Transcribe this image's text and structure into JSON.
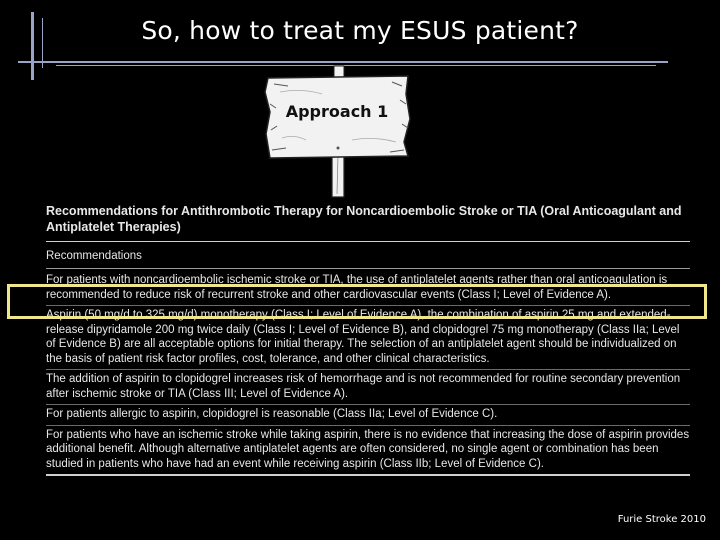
{
  "slide": {
    "title": "So, how to treat my ESUS patient?",
    "sign_label": "Approach 1",
    "citation": "Furie Stroke 2010"
  },
  "document": {
    "title": "Recommendations for Antithrombotic Therapy for Noncardioembolic Stroke or TIA (Oral Anticoagulant and Antiplatelet Therapies)",
    "header": "Recommendations",
    "recommendations": [
      "For patients with noncardioembolic ischemic stroke or TIA, the use of antiplatelet agents rather than oral anticoagulation is recommended to reduce risk of recurrent stroke and other cardiovascular events (Class I; Level of Evidence A).",
      "Aspirin (50 mg/d to 325 mg/d) monotherapy (Class I; Level of Evidence A), the combination of aspirin 25 mg and extended-release dipyridamole 200 mg twice daily (Class I; Level of Evidence B), and clopidogrel 75 mg monotherapy (Class IIa; Level of Evidence B) are all acceptable options for initial therapy. The selection of an antiplatelet agent should be individualized on the basis of patient risk factor profiles, cost, tolerance, and other clinical characteristics.",
      "The addition of aspirin to clopidogrel increases risk of hemorrhage and is not recommended for routine secondary prevention after ischemic stroke or TIA (Class III; Level of Evidence A).",
      "For patients allergic to aspirin, clopidogrel is reasonable (Class IIa; Level of Evidence C).",
      "For patients who have an ischemic stroke while taking aspirin, there is no evidence that increasing the dose of aspirin provides additional benefit. Although alternative antiplatelet agents are often considered, no single agent or combination has been studied in patients who have had an event while receiving aspirin (Class IIb; Level of Evidence C)."
    ]
  },
  "colors": {
    "background": "#000000",
    "frame": "#9aa4c8",
    "highlight": "#f0e68c"
  }
}
